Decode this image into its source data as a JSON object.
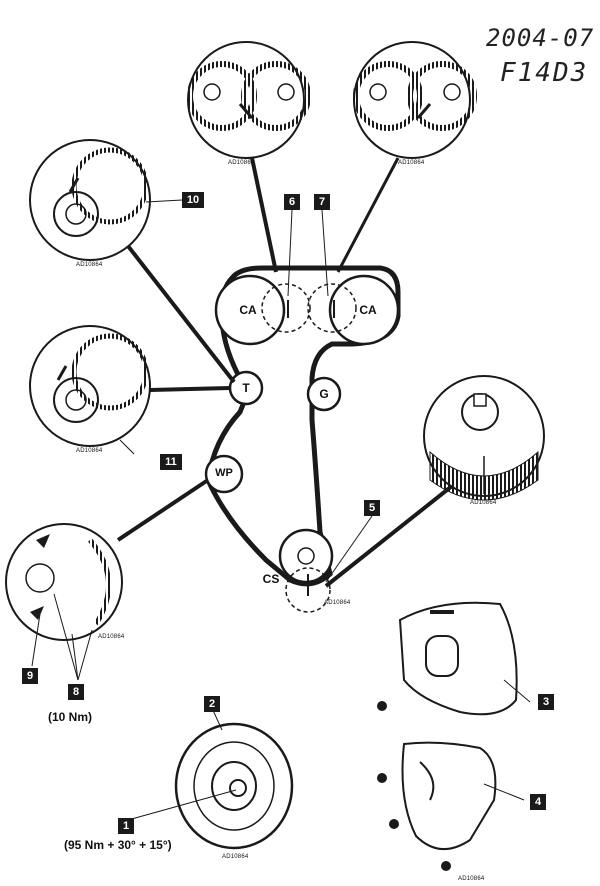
{
  "handwritten": {
    "date": "2004-07",
    "engine_code": "F14D3"
  },
  "callouts": {
    "c1": "1",
    "c2": "2",
    "c3": "3",
    "c4": "4",
    "c5": "5",
    "c6": "6",
    "c7": "7",
    "c8": "8",
    "c9": "9",
    "c10": "10",
    "c11": "11"
  },
  "pulleys": {
    "ca_left": "CA",
    "ca_right": "CA",
    "tensioner": "T",
    "idler": "G",
    "water_pump": "WP",
    "crankshaft": "CS"
  },
  "torques": {
    "cover_bolts": "(10 Nm)",
    "crank_bolt": "(95 Nm + 30° + 15°)"
  },
  "ref_code": "AD10864",
  "colors": {
    "ink": "#1a1a1a",
    "paper": "#ffffff"
  }
}
